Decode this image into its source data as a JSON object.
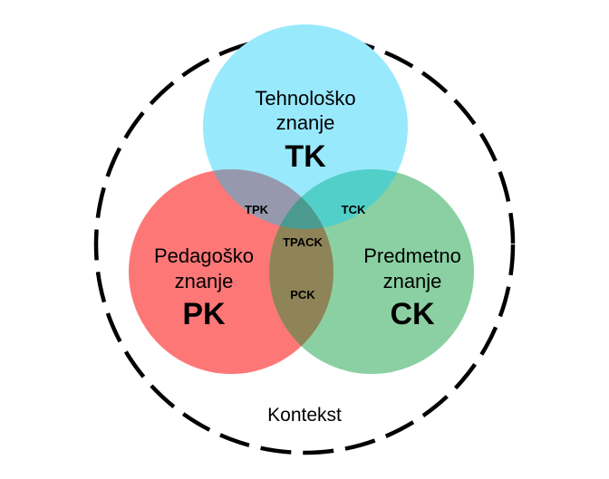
{
  "context": {
    "label": "Kontekst"
  },
  "tk": {
    "line1": "Tehnološko",
    "line2": "znanje",
    "abbr": "TK",
    "color": "#99e9fd"
  },
  "pk": {
    "line1": "Pedagoško",
    "line2": "znanje",
    "abbr": "PK",
    "color": "#fe7777"
  },
  "ck": {
    "line1": "Predmetno",
    "line2": "znanje",
    "abbr": "CK",
    "color": "#8ad0a2"
  },
  "overlaps": {
    "tpk": {
      "label": "TPK",
      "color": "#9699ae"
    },
    "tck": {
      "label": "TCK",
      "color": "#52cfc8"
    },
    "pck": {
      "label": "PCK",
      "color": "#8e8457"
    },
    "tpack": {
      "label": "TPACK",
      "color": "#4a9a90"
    }
  }
}
